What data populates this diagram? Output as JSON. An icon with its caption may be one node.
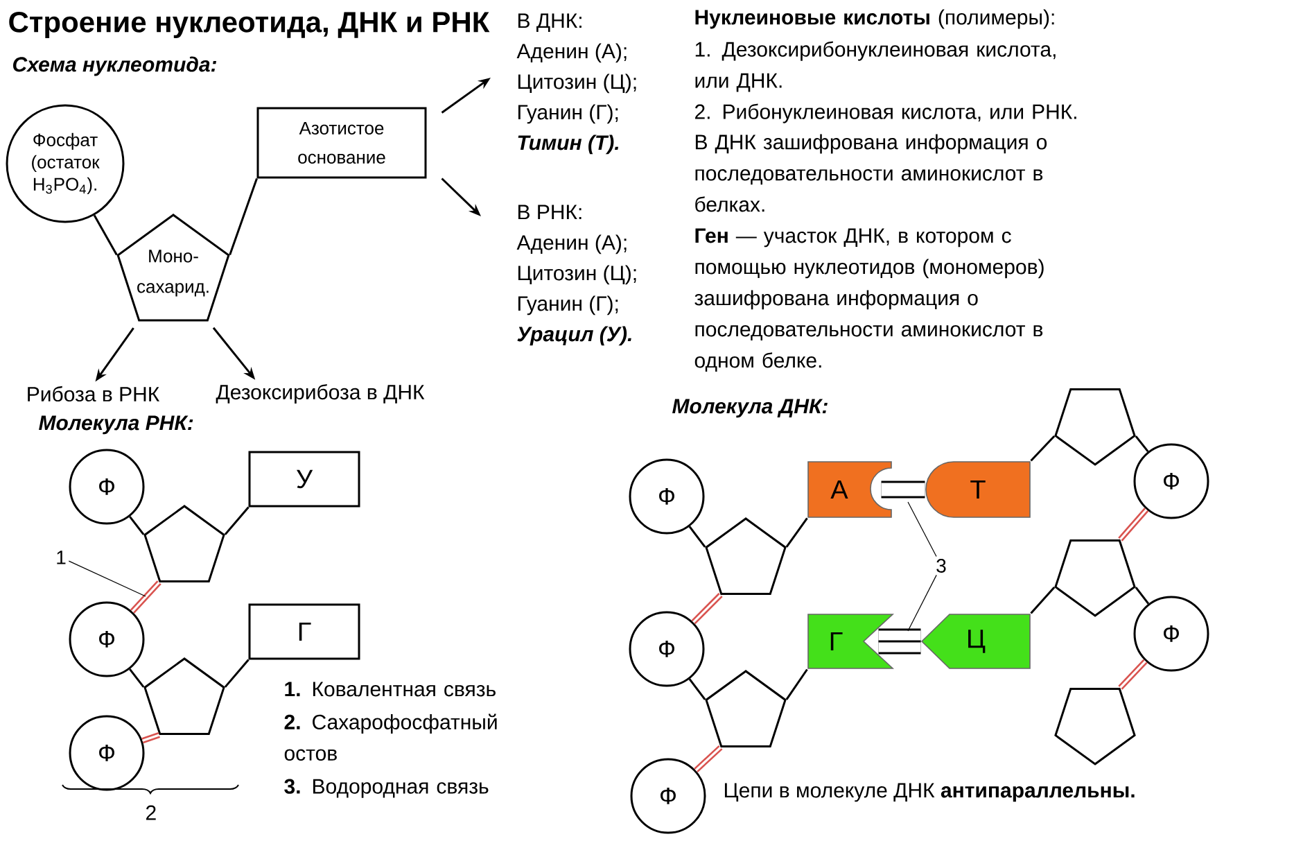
{
  "diagram": {
    "title": "Строение нуклеотида, ДНК и РНК",
    "nodes": [
      {
        "text": [
          "Фосфат (остаток H$_{3}$PO$_{4}$)."
        ]
      },
      {
        "text": [
          "Моно- сахарид."
        ]
      },
      {
        "text": [
          "Азотистое основание"
        ]
      },
      {
        "text": [
          "В ДНК:",
          "Аденин (А);",
          "Цитозин (Ц);",
          "Гуанин (Г);",
          "Тимин (Т)."
        ]
      },
      {
        "text": [
          "В РНК:",
          "Аденин (А);",
          "Цитозин (Ц);",
          "Гуанин (Г);",
          "Урацил (У)."
        ]
      },
      {
        "text": [
          "Рибоза в РНК"
        ]
      },
      {
        "text": [
          "Дезоксирибоза в ДНК"
        ]
      },
      {
        "text": [
          "Ф"
        ]
      },
      {
        "text": [],
        "shape": "pentagon"
      },
      {
        "text": [
          "У"
        ]
      },
      {
        "text": [
          "Ф"
        ]
      },
      {
        "text": [],
        "shape": "pentagon"
      },
      {
        "text": [
          "Г"
        ]
      },
      {
        "text": [
          "Ф"
        ]
      },
      {
        "text": [
          "1"
        ]
      },
      {
        "text": [
          "Ф"
        ]
      },
      {
        "text": [],
        "shape": "pentagon"
      },
      {
        "text": [
          "А"
        ]
      },
      {
        "text": [
          "Ф"
        ]
      },
      {
        "text": [],
        "shape": "pentagon"
      },
      {
        "text": [
          "Г"
        ]
      },
      {
        "text": [
          "Ф"
        ]
      },
      {
        "text": [],
        "shape": "pentagon"
      },
      {
        "text": [
          "Т"
        ]
      },
      {
        "text": [
          "Ф"
        ]
      },
      {
        "text": [],
        "shape": "pentagon"
      },
      {
        "text": [
          "Ц"
        ]
      },
      {
        "text": [
          "Ф"
        ]
      },
      {
        "text": [],
        "shape": "pentagon"
      },
      {
        "text": [
          "3"
        ]
      }
    ],
    "edges": [
      {
        "from": 0,
        "to": 1,
        "arrow": "none"
      },
      {
        "from": 1,
        "to": 2,
        "arrow": "none"
      },
      {
        "from": 2,
        "to": 3,
        "arrow": "to"
      },
      {
        "from": 2,
        "to": 4,
        "arrow": "to"
      },
      {
        "from": 1,
        "to": 5,
        "arrow": "to"
      },
      {
        "from": 1,
        "to": 6,
        "arrow": "to"
      },
      {
        "from": 7,
        "to": 8,
        "arrow": "none"
      },
      {
        "from": 8,
        "to": 9,
        "arrow": "none"
      },
      {
        "from": 8,
        "to": 10,
        "arrow": "none",
        "style": "thick",
        "color": "#d9534f"
      },
      {
        "from": 10,
        "to": 11,
        "arrow": "none"
      },
      {
        "from": 11,
        "to": 12,
        "arrow": "none"
      },
      {
        "from": 11,
        "to": 13,
        "arrow": "none",
        "style": "thick",
        "color": "#d9534f"
      },
      {
        "from": 14,
        "to": null,
        "arrow": "none"
      },
      {
        "from": 15,
        "to": 16,
        "arrow": "none"
      },
      {
        "from": 16,
        "to": 17,
        "arrow": "none"
      },
      {
        "from": 16,
        "to": 18,
        "arrow": "none",
        "style": "thick",
        "color": "#d9534f"
      },
      {
        "from": 18,
        "to": 19,
        "arrow": "none"
      },
      {
        "from": 19,
        "to": 20,
        "arrow": "none"
      },
      {
        "from": 19,
        "to": 21,
        "arrow": "none",
        "style": "thick",
        "color": "#d9534f"
      },
      {
        "from": 17,
        "to": 23,
        "arrow": "none",
        "style": "thick"
      },
      {
        "from": 20,
        "to": 26,
        "arrow": "none",
        "style": "thick"
      },
      {
        "from": 23,
        "to": 22,
        "arrow": "none"
      },
      {
        "from": 22,
        "to": 24,
        "arrow": "none"
      },
      {
        "from": 24,
        "to": 25,
        "arrow": "none",
        "style": "thick",
        "color": "#d9534f"
      },
      {
        "from": 25,
        "to": 26,
        "arrow": "none"
      },
      {
        "from": 25,
        "to": 27,
        "arrow": "none"
      },
      {
        "from": 27,
        "to": 28,
        "arrow": "none",
        "style": "thick",
        "color": "#d9534f"
      },
      {
        "from": 29,
        "to": null,
        "arrow": "none"
      },
      {
        "from": 29,
        "to": null,
        "arrow": "none"
      }
    ],
    "labels": [
      "Схема нуклеотида:",
      "**Нуклеиновые кислоты** (полимеры):",
      "1. Дезоксирибонуклеиновая кислота, или ДНК.",
      "2. Рибонуклеиновая кислота, или РНК.",
      "В ДНК зашифрована информация о последовательности аминокислот в белках.",
      "**Ген** — участок ДНК, в котором с помощью нуклеотидов (мономеров) зашифрована информация о последовательности аминокислот в одном белке.",
      "Молекула РНК:",
      "Молекула ДНК:",
      "**1.** Ковалентная связь",
      "**2.** Сахарофосфатный остов",
      "**3.** Водородная связь",
      "2",
      "Цепи в молекуле ДНК **антипараллельны.**"
    ]
  }
}
